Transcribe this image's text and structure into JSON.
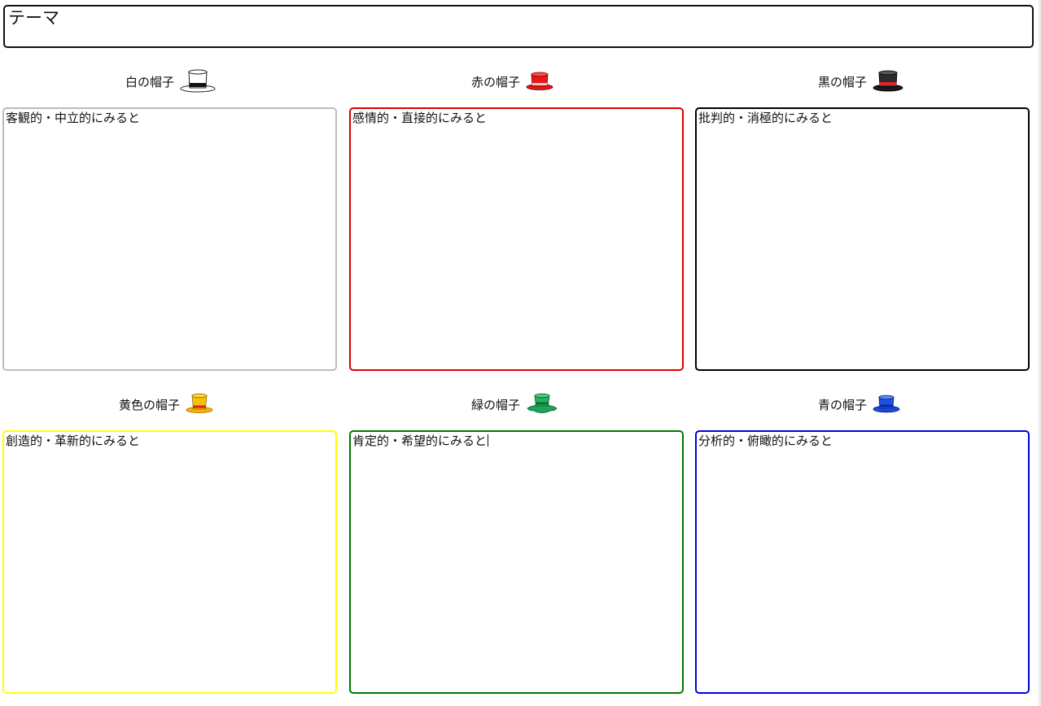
{
  "theme": {
    "text": "テーマ"
  },
  "colors": {
    "white_border": "#bcbcbc",
    "red_border": "#e00000",
    "black_border": "#000000",
    "yellow_border": "#ffff00",
    "green_border": "#007800",
    "blue_border": "#0000e0"
  },
  "hats": [
    {
      "label": "白の帽子",
      "icon": "white-top-hat-icon",
      "prompt": "客観的・中立的にみると"
    },
    {
      "label": "赤の帽子",
      "icon": "red-hat-icon",
      "prompt": "感情的・直接的にみると"
    },
    {
      "label": "黒の帽子",
      "icon": "black-top-hat-icon",
      "prompt": "批判的・消極的にみると"
    },
    {
      "label": "黄色の帽子",
      "icon": "yellow-hat-icon",
      "prompt": "創造的・革新的にみると"
    },
    {
      "label": "緑の帽子",
      "icon": "green-hat-icon",
      "prompt": "肯定的・希望的にみると"
    },
    {
      "label": "青の帽子",
      "icon": "blue-hat-icon",
      "prompt": "分析的・俯瞰的にみると"
    }
  ]
}
